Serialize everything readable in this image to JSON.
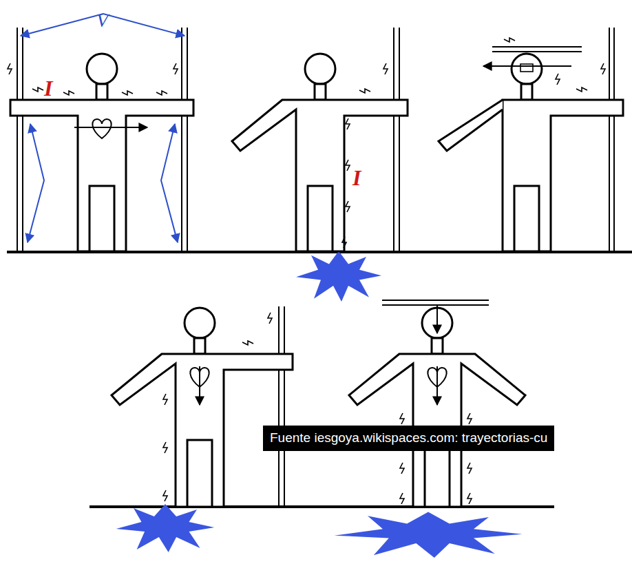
{
  "diagram": {
    "caption": "Fuente iesgoya.wikispaces.com: trayectorias-cu",
    "labels": [
      "V",
      "I",
      "I"
    ]
  }
}
